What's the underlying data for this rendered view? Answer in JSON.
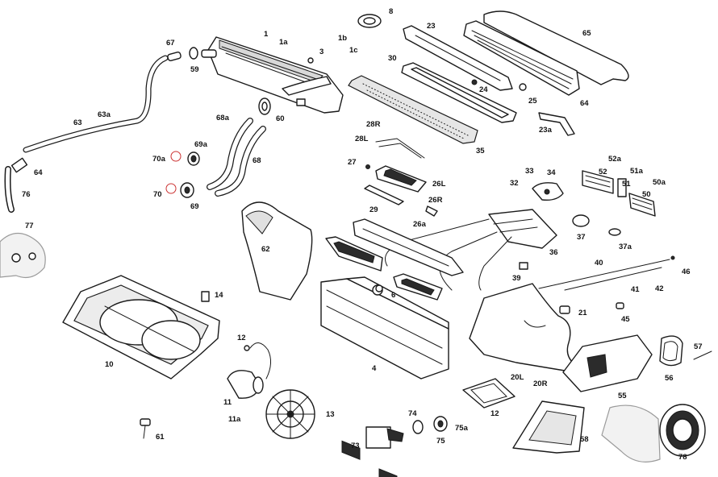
{
  "diagram": {
    "labels": [
      {
        "id": "lbl-1",
        "text": "1"
      },
      {
        "id": "lbl-1a",
        "text": "1a"
      },
      {
        "id": "lbl-1b",
        "text": "1b"
      },
      {
        "id": "lbl-1c",
        "text": "1c"
      },
      {
        "id": "lbl-3",
        "text": "3"
      },
      {
        "id": "lbl-8",
        "text": "8"
      },
      {
        "id": "lbl-23",
        "text": "23"
      },
      {
        "id": "lbl-65",
        "text": "65"
      },
      {
        "id": "lbl-67",
        "text": "67"
      },
      {
        "id": "lbl-59",
        "text": "59"
      },
      {
        "id": "lbl-30",
        "text": "30"
      },
      {
        "id": "lbl-24",
        "text": "24"
      },
      {
        "id": "lbl-25",
        "text": "25"
      },
      {
        "id": "lbl-64a",
        "text": "64"
      },
      {
        "id": "lbl-63a",
        "text": "63a"
      },
      {
        "id": "lbl-63",
        "text": "63"
      },
      {
        "id": "lbl-60",
        "text": "60"
      },
      {
        "id": "lbl-68a",
        "text": "68a"
      },
      {
        "id": "lbl-23a",
        "text": "23a"
      },
      {
        "id": "lbl-28R",
        "text": "28R"
      },
      {
        "id": "lbl-28L",
        "text": "28L"
      },
      {
        "id": "lbl-35",
        "text": "35"
      },
      {
        "id": "lbl-69a",
        "text": "69a"
      },
      {
        "id": "lbl-70a",
        "text": "70a"
      },
      {
        "id": "lbl-68",
        "text": "68"
      },
      {
        "id": "lbl-64b",
        "text": "64"
      },
      {
        "id": "lbl-27",
        "text": "27"
      },
      {
        "id": "lbl-33",
        "text": "33"
      },
      {
        "id": "lbl-34",
        "text": "34"
      },
      {
        "id": "lbl-52a",
        "text": "52a"
      },
      {
        "id": "lbl-52",
        "text": "52"
      },
      {
        "id": "lbl-51a",
        "text": "51a"
      },
      {
        "id": "lbl-32",
        "text": "32"
      },
      {
        "id": "lbl-26L",
        "text": "26L"
      },
      {
        "id": "lbl-51",
        "text": "51"
      },
      {
        "id": "lbl-50a",
        "text": "50a"
      },
      {
        "id": "lbl-76",
        "text": "76"
      },
      {
        "id": "lbl-70",
        "text": "70"
      },
      {
        "id": "lbl-69",
        "text": "69"
      },
      {
        "id": "lbl-26R",
        "text": "26R"
      },
      {
        "id": "lbl-50",
        "text": "50"
      },
      {
        "id": "lbl-29",
        "text": "29"
      },
      {
        "id": "lbl-26a",
        "text": "26a"
      },
      {
        "id": "lbl-77",
        "text": "77"
      },
      {
        "id": "lbl-37",
        "text": "37"
      },
      {
        "id": "lbl-37a",
        "text": "37a"
      },
      {
        "id": "lbl-62",
        "text": "62"
      },
      {
        "id": "lbl-36",
        "text": "36"
      },
      {
        "id": "lbl-40",
        "text": "40"
      },
      {
        "id": "lbl-46",
        "text": "46"
      },
      {
        "id": "lbl-39",
        "text": "39"
      },
      {
        "id": "lbl-6",
        "text": "6"
      },
      {
        "id": "lbl-41",
        "text": "41"
      },
      {
        "id": "lbl-42",
        "text": "42"
      },
      {
        "id": "lbl-14",
        "text": "14"
      },
      {
        "id": "lbl-21",
        "text": "21"
      },
      {
        "id": "lbl-45",
        "text": "45"
      },
      {
        "id": "lbl-12a",
        "text": "12"
      },
      {
        "id": "lbl-57",
        "text": "57"
      },
      {
        "id": "lbl-10",
        "text": "10"
      },
      {
        "id": "lbl-4",
        "text": "4"
      },
      {
        "id": "lbl-56",
        "text": "56"
      },
      {
        "id": "lbl-20L",
        "text": "20L"
      },
      {
        "id": "lbl-20R",
        "text": "20R"
      },
      {
        "id": "lbl-11",
        "text": "11"
      },
      {
        "id": "lbl-55",
        "text": "55"
      },
      {
        "id": "lbl-12b",
        "text": "12"
      },
      {
        "id": "lbl-13",
        "text": "13"
      },
      {
        "id": "lbl-74",
        "text": "74"
      },
      {
        "id": "lbl-11a",
        "text": "11a"
      },
      {
        "id": "lbl-75a",
        "text": "75a"
      },
      {
        "id": "lbl-61",
        "text": "61"
      },
      {
        "id": "lbl-58",
        "text": "58"
      },
      {
        "id": "lbl-75",
        "text": "75"
      },
      {
        "id": "lbl-73",
        "text": "73"
      },
      {
        "id": "lbl-78",
        "text": "78"
      }
    ]
  }
}
